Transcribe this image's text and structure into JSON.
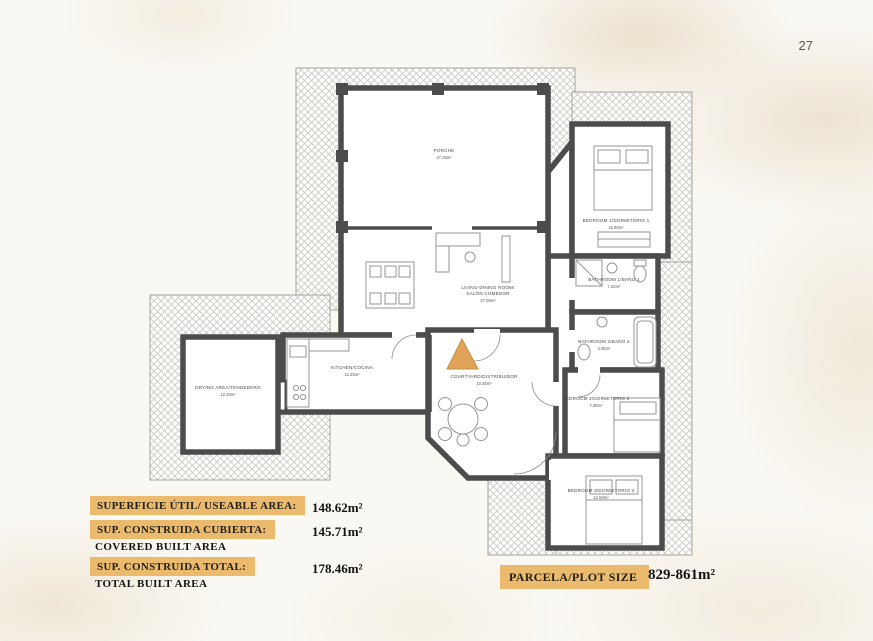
{
  "page": {
    "number": "27"
  },
  "plan": {
    "rooms": [
      {
        "line1": "PORCHE",
        "line2": "",
        "area": "27.25m²"
      },
      {
        "line1": "LIVING-DINING ROOM/",
        "line2": "SALÓN COMEDOR",
        "area": "27.05m²"
      },
      {
        "line1": "KITCHEN/COCINA",
        "line2": "",
        "area": "12.25m²"
      },
      {
        "line1": "DRYING AREA/TENDEDERO",
        "line2": "",
        "area": "12.26m²"
      },
      {
        "line1": "COURTYARD/DISTRIBUIDOR",
        "line2": "",
        "area": "10.46m²"
      },
      {
        "line1": "BEDROOM 1/DORMITORIO 1",
        "line2": "",
        "area": "15.80m²"
      },
      {
        "line1": "BATHROOM 1/BAÑO 1",
        "line2": "",
        "area": "7.22m²"
      },
      {
        "line1": "BATHROOM 2/BAÑO 2",
        "line2": "",
        "area": "4.05m²"
      },
      {
        "line1": "BEDROOM 2/DORMITORIO 2",
        "line2": "",
        "area": "7.30m²"
      },
      {
        "line1": "BEDROOM 3/DORMITORIO 3",
        "line2": "",
        "area": "12.50m²"
      }
    ]
  },
  "summary": {
    "rows": [
      {
        "label": "SUPERFICIE ÚTIL/ USEABLE AREA:",
        "sublabel": "",
        "value": "148.62m²"
      },
      {
        "label": "SUP. CONSTRUIDA CUBIERTA:",
        "sublabel": "COVERED BUILT AREA",
        "value": "145.71m²"
      },
      {
        "label": "SUP. CONSTRUIDA TOTAL:",
        "sublabel": "TOTAL BUILT AREA",
        "value": "178.46m²"
      }
    ],
    "plot": {
      "label": "PARCELA/PLOT SIZE",
      "value": "829-861m²"
    }
  },
  "colors": {
    "accent": "#ebba6c",
    "wall": "#4c4c4c",
    "hatch_line": "#c2c0ba",
    "entrance_arrow": "#dfa258",
    "page_bg": "#faf8f3"
  }
}
